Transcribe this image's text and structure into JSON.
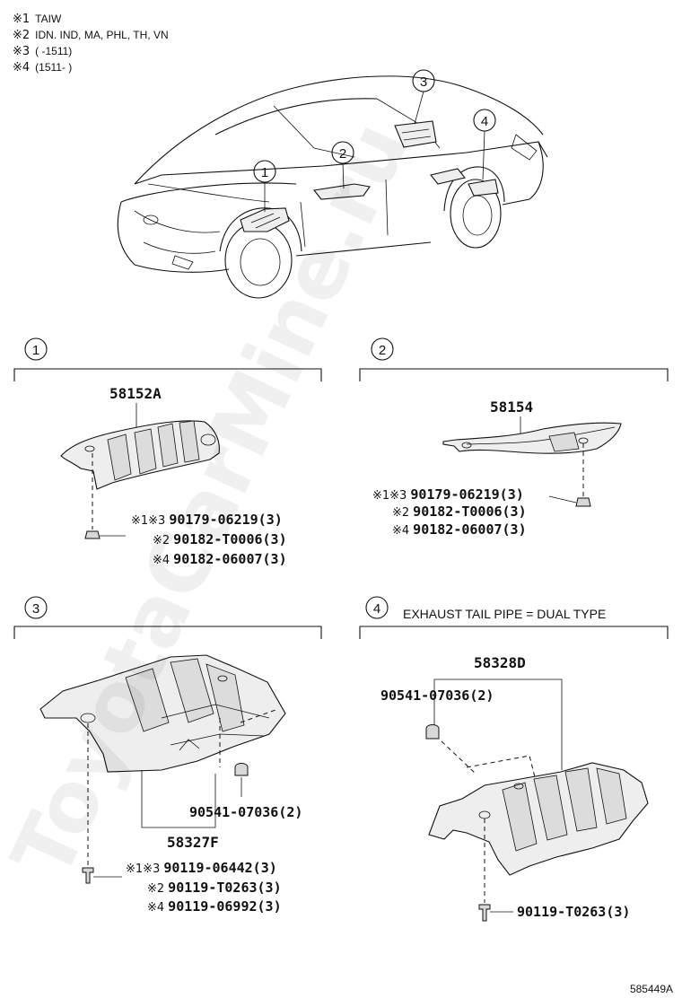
{
  "notes": [
    {
      "mark": "※1",
      "text": "TAIW"
    },
    {
      "mark": "※2",
      "text": "IDN. IND, MA, PHL, TH, VN"
    },
    {
      "mark": "※3",
      "text": "(      -1511)"
    },
    {
      "mark": "※4",
      "text": "(1511-        )"
    }
  ],
  "callouts": [
    "1",
    "2",
    "3",
    "4"
  ],
  "sections": {
    "s1": {
      "number": "1",
      "main_part": "58152A",
      "fasteners": [
        {
          "marks": "※1※3",
          "part": "90179-06219(3)"
        },
        {
          "marks": "※2",
          "part": "90182-T0006(3)"
        },
        {
          "marks": "※4",
          "part": "90182-06007(3)"
        }
      ]
    },
    "s2": {
      "number": "2",
      "main_part": "58154",
      "fasteners": [
        {
          "marks": "※1※3",
          "part": "90179-06219(3)"
        },
        {
          "marks": "※2",
          "part": "90182-T0006(3)"
        },
        {
          "marks": "※4",
          "part": "90182-06007(3)"
        }
      ]
    },
    "s3": {
      "number": "3",
      "main_part": "58327F",
      "nut": "90541-07036(2)",
      "fasteners": [
        {
          "marks": "※1※3",
          "part": "90119-06442(3)"
        },
        {
          "marks": "※2",
          "part": "90119-T0263(3)"
        },
        {
          "marks": "※4",
          "part": "90119-06992(3)"
        }
      ]
    },
    "s4": {
      "number": "4",
      "caption": "EXHAUST TAIL PIPE = DUAL TYPE",
      "main_part": "58328D",
      "nut": "90541-07036(2)",
      "bolt": "90119-T0263(3)"
    }
  },
  "watermark": "ToyotaCarMine.ru",
  "figure_id": "585449A"
}
